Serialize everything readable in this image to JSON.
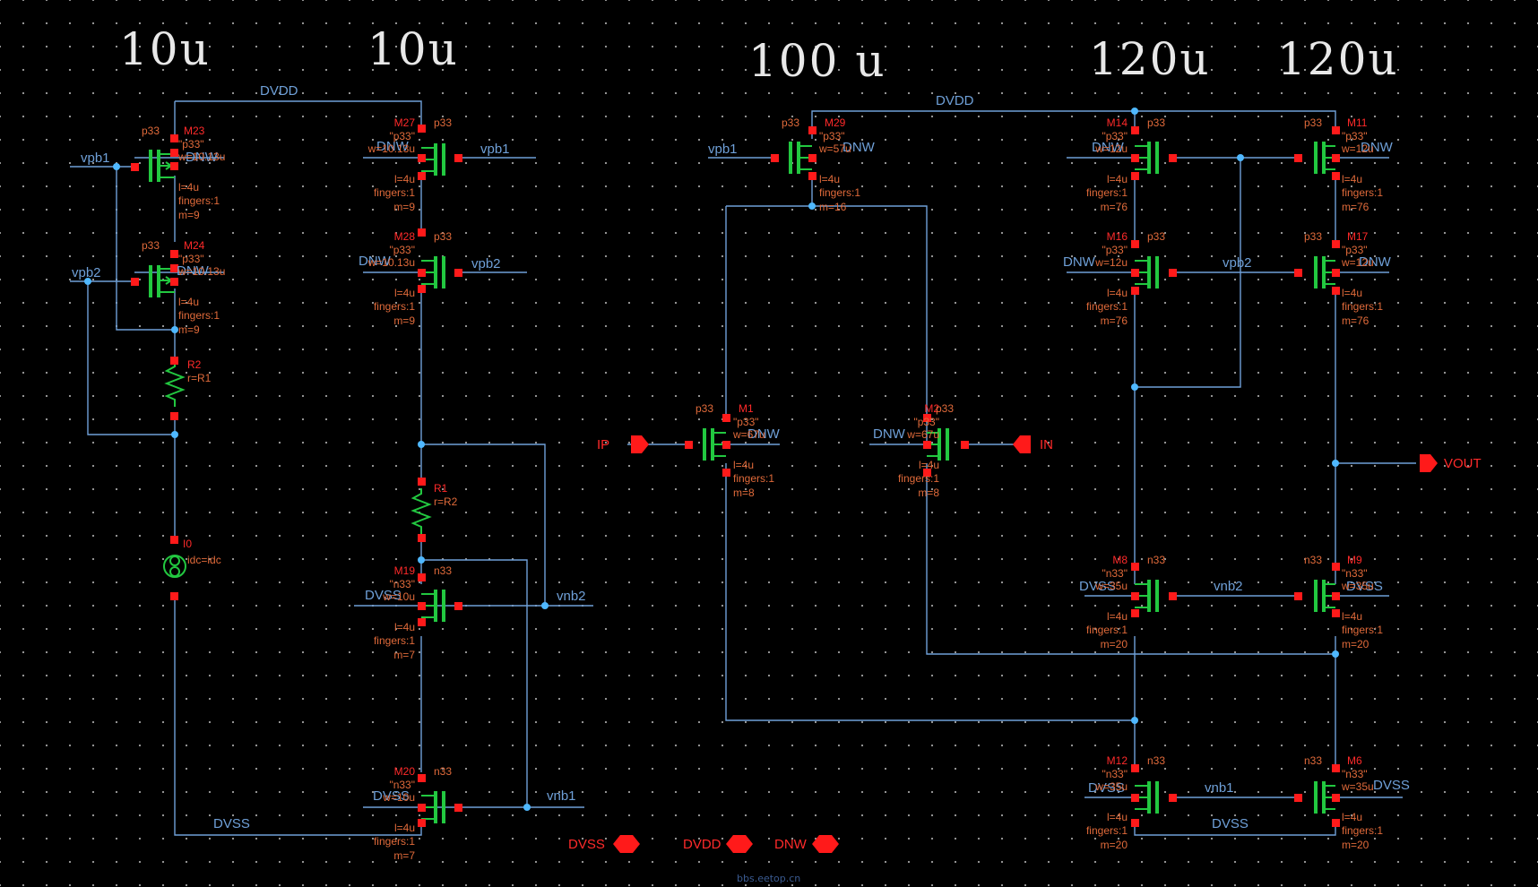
{
  "annotations": [
    "10u",
    "10u",
    "100 u",
    "120u",
    "120u"
  ],
  "nets": {
    "dvdd": "DVDD",
    "dvss": "DVSS",
    "vpb1": "vpb1",
    "vpb2": "vpb2",
    "vnb1": "vnb1",
    "vnb2": "vnb2",
    "dnw": "DNW"
  },
  "pins": {
    "ip": "IP",
    "in": "IN",
    "vout": "VOUT",
    "dvss": "DVSS",
    "dvdd": "DVDD",
    "dnw": "DNW"
  },
  "devices": [
    {
      "name": "M23",
      "type": "p33",
      "model": "\"p33\"",
      "w": "w=10.13u",
      "l": "l=4u",
      "fingers": "fingers:1",
      "m": "m=9"
    },
    {
      "name": "M24",
      "type": "p33",
      "model": "\"p33\"",
      "w": "w=10.13u",
      "l": "l=4u",
      "fingers": "fingers:1",
      "m": "m=9"
    },
    {
      "name": "M27",
      "type": "p33",
      "model": "\"p33\"",
      "w": "w=10.13u",
      "l": "l=4u",
      "fingers": "fingers:1",
      "m": "m=9"
    },
    {
      "name": "M28",
      "type": "p33",
      "model": "\"p33\"",
      "w": "w=10.13u",
      "l": "l=4u",
      "fingers": "fingers:1",
      "m": "m=9"
    },
    {
      "name": "M19",
      "type": "n33",
      "model": "\"n33\"",
      "w": "w=10u",
      "l": "l=4u",
      "fingers": "fingers:1",
      "m": "m=7"
    },
    {
      "name": "M20",
      "type": "n33",
      "model": "\"n33\"",
      "w": "w=10u",
      "l": "l=4u",
      "fingers": "fingers:1",
      "m": "m=7"
    },
    {
      "name": "M29",
      "type": "p33",
      "model": "\"p33\"",
      "w": "w=57u",
      "l": "l=4u",
      "fingers": "fingers:1",
      "m": "m=16"
    },
    {
      "name": "M1",
      "type": "p33",
      "model": "\"p33\"",
      "w": "w=67u",
      "l": "l=4u",
      "fingers": "fingers:1",
      "m": "m=8"
    },
    {
      "name": "M2",
      "type": "p33",
      "model": "\"p33\"",
      "w": "w=67u",
      "l": "l=4u",
      "fingers": "fingers:1",
      "m": "m=8"
    },
    {
      "name": "M14",
      "type": "p33",
      "model": "\"p33\"",
      "w": "w=12u",
      "l": "l=4u",
      "fingers": "fingers:1",
      "m": "m=76"
    },
    {
      "name": "M11",
      "type": "p33",
      "model": "\"p33\"",
      "w": "w=12u",
      "l": "l=4u",
      "fingers": "fingers:1",
      "m": "m=76"
    },
    {
      "name": "M16",
      "type": "p33",
      "model": "\"p33\"",
      "w": "w=12u",
      "l": "l=4u",
      "fingers": "fingers:1",
      "m": "m=76"
    },
    {
      "name": "M17",
      "type": "p33",
      "model": "\"p33\"",
      "w": "w=12u",
      "l": "l=4u",
      "fingers": "fingers:1",
      "m": "m=76"
    },
    {
      "name": "M8",
      "type": "n33",
      "model": "\"n33\"",
      "w": "w=35u",
      "l": "l=4u",
      "fingers": "fingers:1",
      "m": "m=20"
    },
    {
      "name": "M9",
      "type": "n33",
      "model": "\"n33\"",
      "w": "w=35u",
      "l": "l=4u",
      "fingers": "fingers:1",
      "m": "m=20"
    },
    {
      "name": "M12",
      "type": "n33",
      "model": "\"n33\"",
      "w": "w=35u",
      "l": "l=4u",
      "fingers": "fingers:1",
      "m": "m=20"
    },
    {
      "name": "M6",
      "type": "n33",
      "model": "\"n33\"",
      "w": "w=35u",
      "l": "l=4u",
      "fingers": "fingers:1",
      "m": "m=20"
    }
  ],
  "resistors": [
    {
      "name": "R2",
      "value": "r=R1"
    },
    {
      "name": "R1",
      "value": "r=R2"
    }
  ],
  "source": {
    "name": "I0",
    "value": "idc=idc"
  },
  "watermark": "bbs.eetop.cn",
  "colors": {
    "wire": "#6fa0d8",
    "device": "#22c840",
    "pin": "#ff1a1a",
    "param": "#e06a3a",
    "background": "#000000"
  }
}
